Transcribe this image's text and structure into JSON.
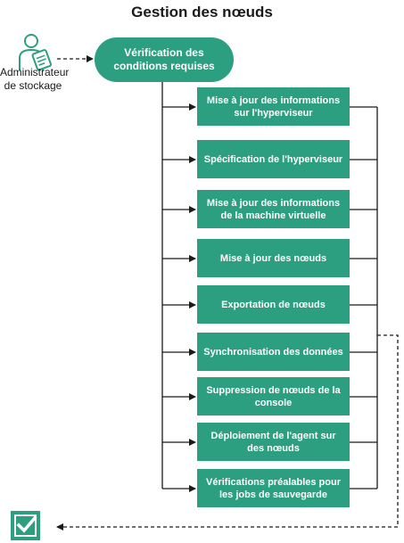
{
  "title": "Gestion des nœuds",
  "actor": {
    "label_line1": "Administrateur",
    "label_line2": "de stockage",
    "icon": "storage-admin-user-icon"
  },
  "start": {
    "line1": "Vérification des",
    "line2": "conditions requises"
  },
  "steps": [
    {
      "line1": "Mise à jour des informations",
      "line2": "sur l'hyperviseur"
    },
    {
      "line1": "Spécification de l'hyperviseur",
      "line2": ""
    },
    {
      "line1": "Mise à jour des informations",
      "line2": "de la machine virtuelle"
    },
    {
      "line1": "Mise à jour des nœuds",
      "line2": ""
    },
    {
      "line1": "Exportation de nœuds",
      "line2": ""
    },
    {
      "line1": "Synchronisation des données",
      "line2": ""
    },
    {
      "line1": "Suppression de nœuds de la",
      "line2": "console"
    },
    {
      "line1": "Déploiement de l'agent sur",
      "line2": "des nœuds"
    },
    {
      "line1": "Vérifications préalables pour",
      "line2": "les jobs de sauvegarde"
    }
  ],
  "end": {
    "icon": "checkmark-icon"
  },
  "colors": {
    "node": "#2c9f80",
    "line": "#1a1a1a"
  }
}
